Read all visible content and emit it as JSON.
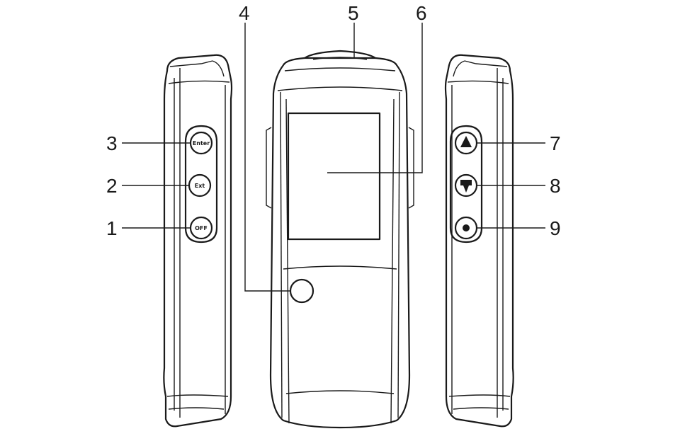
{
  "callouts": {
    "c1": "1",
    "c2": "2",
    "c3": "3",
    "c4": "4",
    "c5": "5",
    "c6": "6",
    "c7": "7",
    "c8": "8",
    "c9": "9"
  },
  "left_buttons": {
    "top": "Enter",
    "middle": "Ext",
    "bottom": "OFF"
  }
}
